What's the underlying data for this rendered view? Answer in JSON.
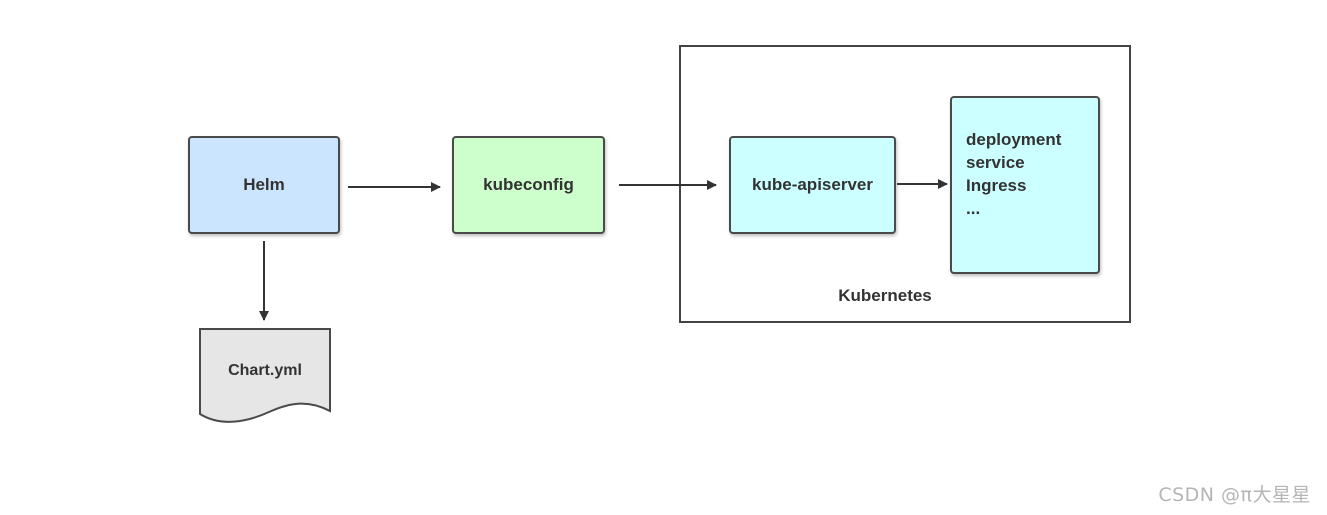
{
  "nodes": {
    "helm": "Helm",
    "kubeconfig": "kubeconfig",
    "apiserver": "kube-apiserver",
    "chart": "Chart.yml",
    "resources": [
      "deployment",
      "service",
      "Ingress",
      "..."
    ]
  },
  "cluster": {
    "label": "Kubernetes"
  },
  "colors": {
    "helm": "#cce5ff",
    "kubeconfig": "#ccffcc",
    "apiserver": "#ccffff",
    "resources": "#ccffff",
    "chart": "#e6e6e6",
    "border": "#4a4a4a"
  },
  "watermark": "CSDN @π大星星"
}
